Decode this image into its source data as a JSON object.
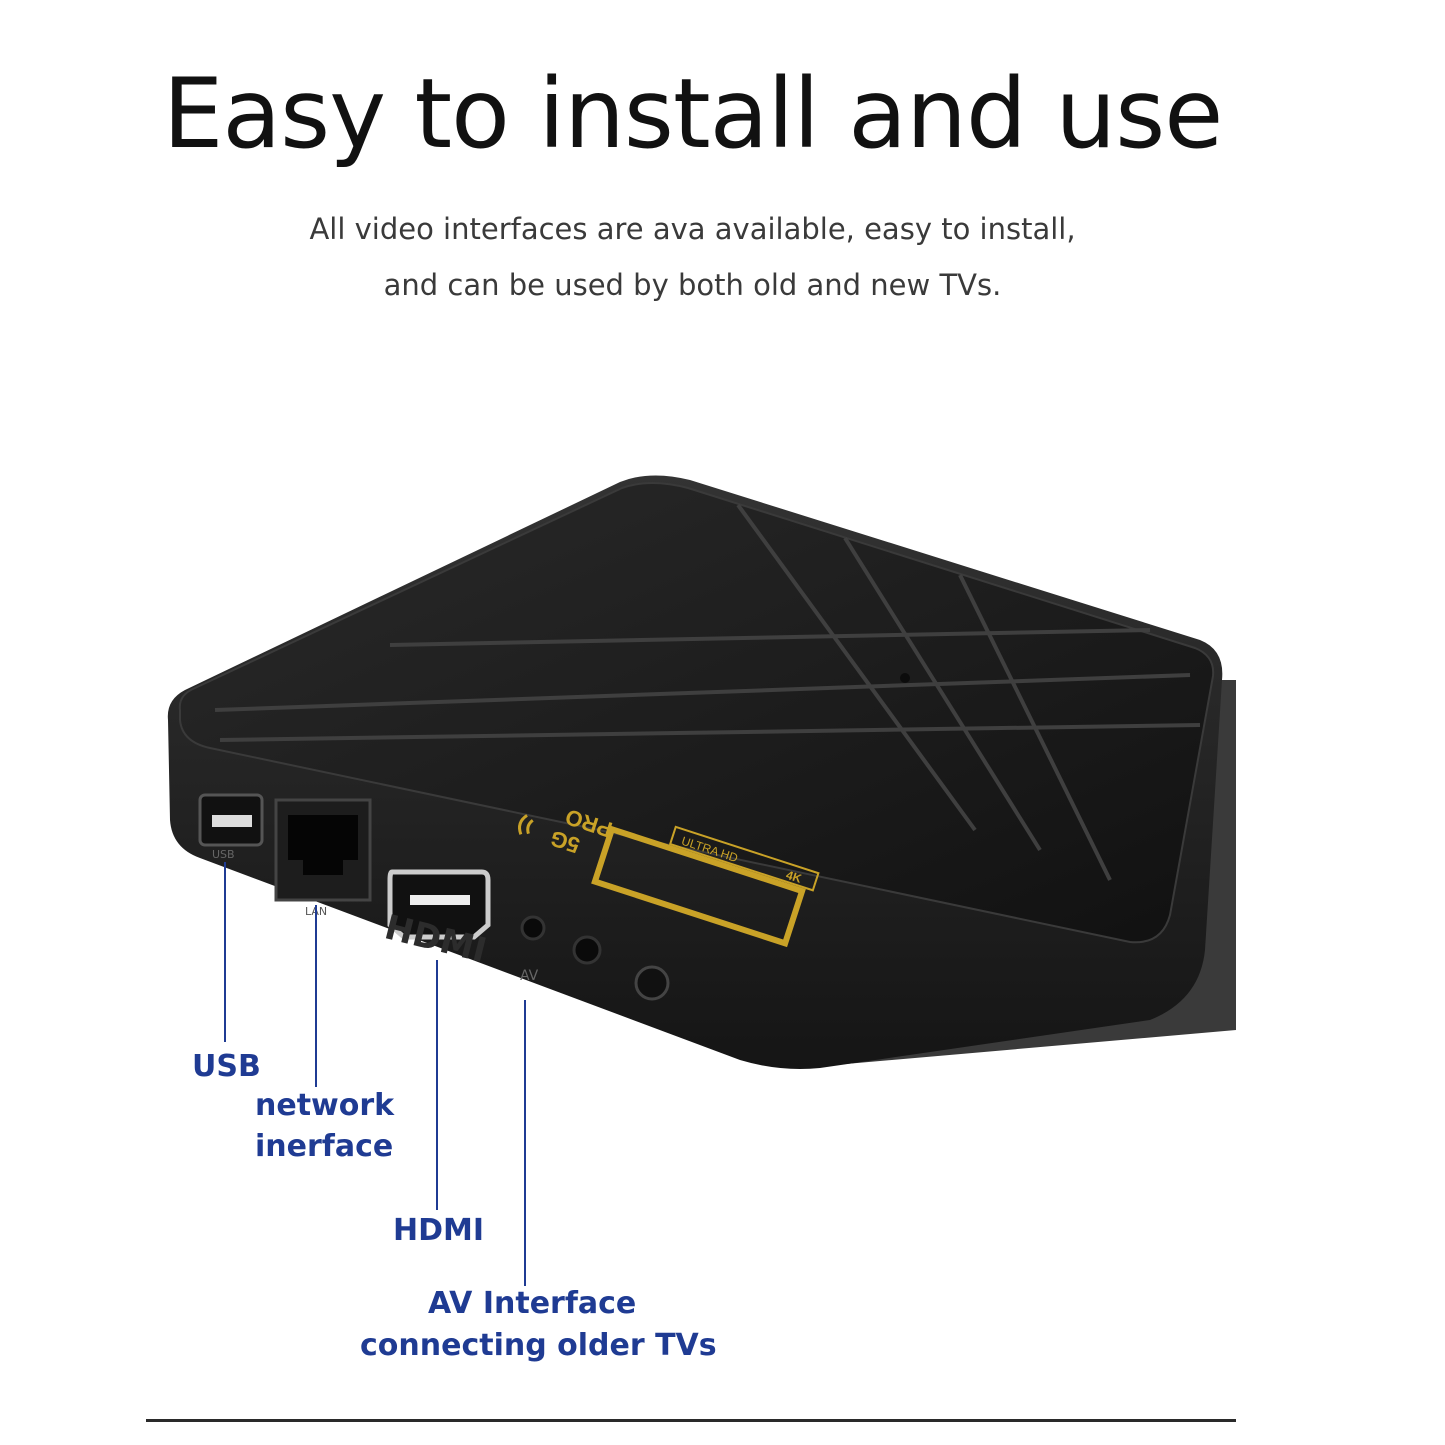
{
  "header": {
    "title": "Easy to install and use",
    "subtitle_line1": "All video interfaces are ava available, easy to install,",
    "subtitle_line2": "and can be used by both old and new TVs."
  },
  "device": {
    "port_marks": {
      "usb": "USB",
      "lan": "LAN",
      "hdmi": "HDMI",
      "av": "AV"
    },
    "logo": {
      "badge": "4K",
      "line": "ULTRA HD",
      "model": "PRO",
      "network": "5G"
    },
    "colors": {
      "body": "#1a1a1a",
      "logo": "#c9a227"
    }
  },
  "callouts": {
    "usb": "USB",
    "network_line1": "network",
    "network_line2": "inerface",
    "hdmi": "HDMI",
    "av_line1": "AV Interface",
    "av_line2": "connecting older TVs",
    "color": "#1f3b93"
  }
}
